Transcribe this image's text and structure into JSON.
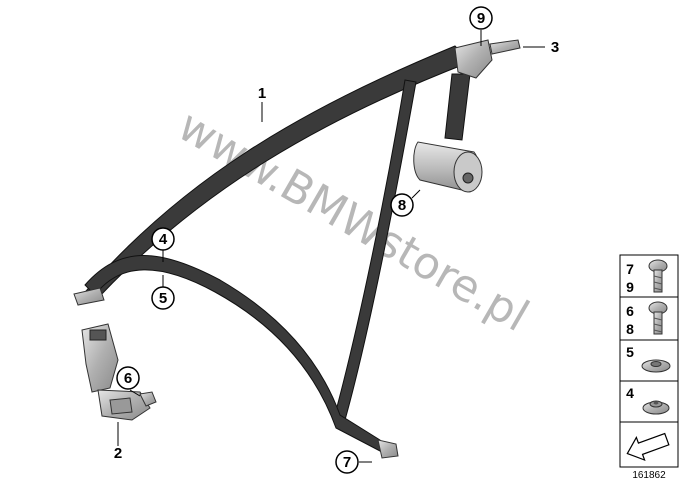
{
  "watermark": "www.BMWstore.pl",
  "diagram_number": "161862",
  "callouts": [
    {
      "id": "1",
      "label": "1"
    },
    {
      "id": "2",
      "label": "2"
    },
    {
      "id": "3",
      "label": "3"
    },
    {
      "id": "4",
      "label": "4"
    },
    {
      "id": "5",
      "label": "5"
    },
    {
      "id": "6",
      "label": "6"
    },
    {
      "id": "7",
      "label": "7"
    },
    {
      "id": "8",
      "label": "8"
    },
    {
      "id": "9",
      "label": "9"
    }
  ],
  "parts_panel": {
    "rows": [
      {
        "labels": [
          "7",
          "9"
        ],
        "icon": "screw-icon"
      },
      {
        "labels": [
          "6",
          "8"
        ],
        "icon": "screw-icon"
      },
      {
        "labels": [
          "5"
        ],
        "icon": "washer-icon"
      },
      {
        "labels": [
          "4"
        ],
        "icon": "washer-icon"
      },
      {
        "labels": [],
        "icon": "arrow-icon"
      }
    ]
  },
  "colors": {
    "belt": "#3a3a3a",
    "metal": "#b8b8b8",
    "watermark": "#9a9a9a"
  }
}
